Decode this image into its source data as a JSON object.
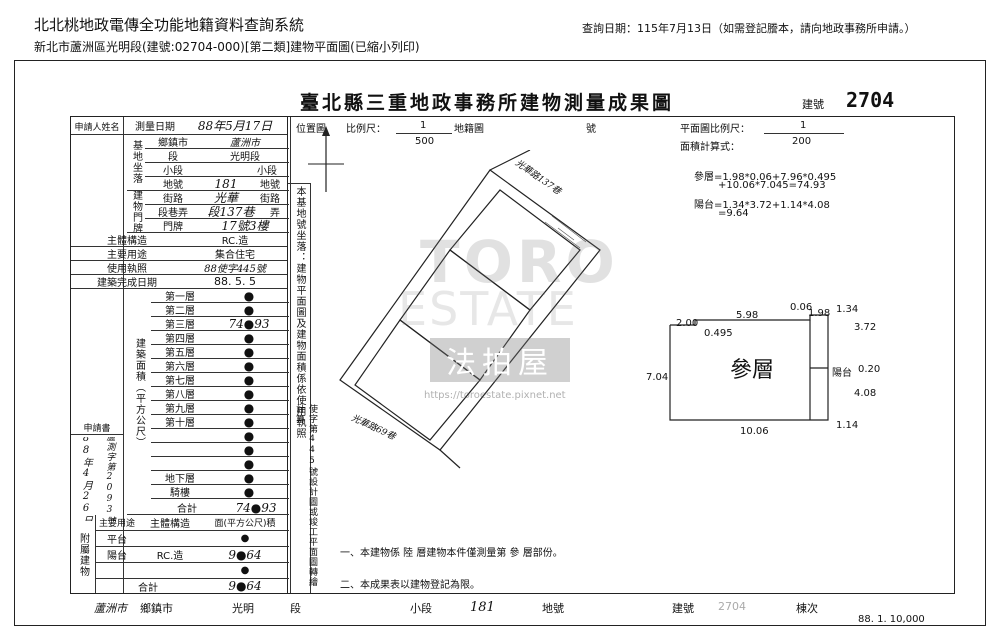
{
  "header": {
    "system_title": "北北桃地政電傳全功能地籍資料查詢系統",
    "query_date": "查詢日期：115年7月13日（如需登記謄本，請向地政事務所申請。）",
    "subtitle": "新北市蘆洲區光明段(建號:02704-000)[第二類]建物平面圖(已縮小列印)"
  },
  "document": {
    "title": "臺北縣三重地政事務所建物測量成果圖",
    "building_no_label": "建號",
    "building_no": "2704"
  },
  "left_table": {
    "applicant": "申請人姓名",
    "survey_date_label": "測量日期",
    "survey_date": "88年5月17日",
    "base_label": "基地坐落",
    "township_label": "鄉鎮市",
    "township": "蘆洲市",
    "section_label": "段",
    "section": "光明段",
    "subsection_label": "小段",
    "subsection_suffix": "小段",
    "land_no_label": "地號",
    "land_no": "181",
    "land_no_suffix": "地號",
    "door_label": "建物門牌",
    "street_label": "街路",
    "street": "光華",
    "street_suffix": "街路",
    "lane_label": "段巷弄",
    "lane": "段137巷",
    "lane_suffix": "弄",
    "door_no_label": "門牌",
    "door_no": "17號3樓",
    "structure_label": "主體構造",
    "structure": "RC.造",
    "usage_label": "主要用途",
    "usage": "集合住宅",
    "license_label": "使用執照",
    "license": "88使字445號",
    "completion_label": "建築完成日期",
    "completion": "88. 5. 5",
    "area_label": "建築面積（平方公尺）",
    "floors": [
      {
        "name": "第一層",
        "value": "●"
      },
      {
        "name": "第二層",
        "value": "●"
      },
      {
        "name": "第三層",
        "value": "74●93"
      },
      {
        "name": "第四層",
        "value": "●"
      },
      {
        "name": "第五層",
        "value": "●"
      },
      {
        "name": "第六層",
        "value": "●"
      },
      {
        "name": "第七層",
        "value": "●"
      },
      {
        "name": "第八層",
        "value": "●"
      },
      {
        "name": "第九層",
        "value": "●"
      },
      {
        "name": "第十層",
        "value": "●"
      },
      {
        "name": "",
        "value": "●"
      },
      {
        "name": "",
        "value": "●"
      },
      {
        "name": "",
        "value": "●"
      },
      {
        "name": "地下層",
        "value": "●"
      },
      {
        "name": "騎樓",
        "value": "●"
      }
    ],
    "apply_label": "申請書",
    "apply_date": "88年4月26日",
    "apply_no": "蘆測字第2093號",
    "total_label": "合計",
    "total": "74●93",
    "attached_label": "附屬建物",
    "attached_header": [
      "主要用途",
      "主體構造",
      "面(平方公尺)積"
    ],
    "attached_rows": [
      {
        "use": "平台",
        "structure": "",
        "area": "●"
      },
      {
        "use": "陽台",
        "structure": "RC.造",
        "area": "9●64"
      },
      {
        "use": "",
        "structure": "",
        "area": "●"
      }
    ],
    "attached_total_label": "合計",
    "attached_total": "9●64"
  },
  "right_area": {
    "location_label": "位置圖",
    "scale_label": "比例尺：",
    "scale_num": "1",
    "scale_den": "500",
    "cadastral_label": "地籍圖",
    "number_label": "號",
    "plan_scale_label": "平面圖比例尺：",
    "plan_scale_num": "1",
    "plan_scale_den": "200",
    "area_formula_label": "面積計算式：",
    "formula_floor": "參層=1.98*0.06+7.96*0.495",
    "formula_floor_2": "+10.06*7.045=74.93",
    "formula_balcony": "陽台=1.34*3.72+1.14*4.08",
    "formula_balcony_2": "=9.64",
    "vertical_note": "本基地號坐落：建物平面圖及建物面積係依使用執照",
    "vertical_note_2": "使字第445號設計圖或竣工平面圖轉繪計算",
    "site_road_1": "光華路137巷",
    "site_road_2": "光華路69巷",
    "floor_label": "參層",
    "balcony_label": "陽台",
    "dims": {
      "top_a": "2.00",
      "top_b": "5.98",
      "top_c": "0.06",
      "top_d": "1.98",
      "top_e": "1.34",
      "left_a": "0.495",
      "left_b": "7.04",
      "right_a": "3.72",
      "right_b": "0.20",
      "right_c": "4.08",
      "bottom_a": "10.06",
      "bottom_b": "1.14"
    },
    "note_1": "一、本建物係 陸 層建物本件僅測量第 參 層部份。",
    "note_2": "二、本成果表以建物登記為限。"
  },
  "footer": {
    "township": "蘆洲市",
    "township_label": "鄉鎮市",
    "section": "光明",
    "section_label": "段",
    "subsection_label": "小段",
    "land_no": "181",
    "land_no_label": "地號",
    "bld_label": "建號",
    "bld_no": "2704",
    "sheet_label": "棟次",
    "stamp": "88. 1. 10,000"
  },
  "watermark": {
    "line1": "TORO",
    "line2": "ESTATE",
    "line3": "法拍屋",
    "url": "https://toroestate.pixnet.net"
  }
}
